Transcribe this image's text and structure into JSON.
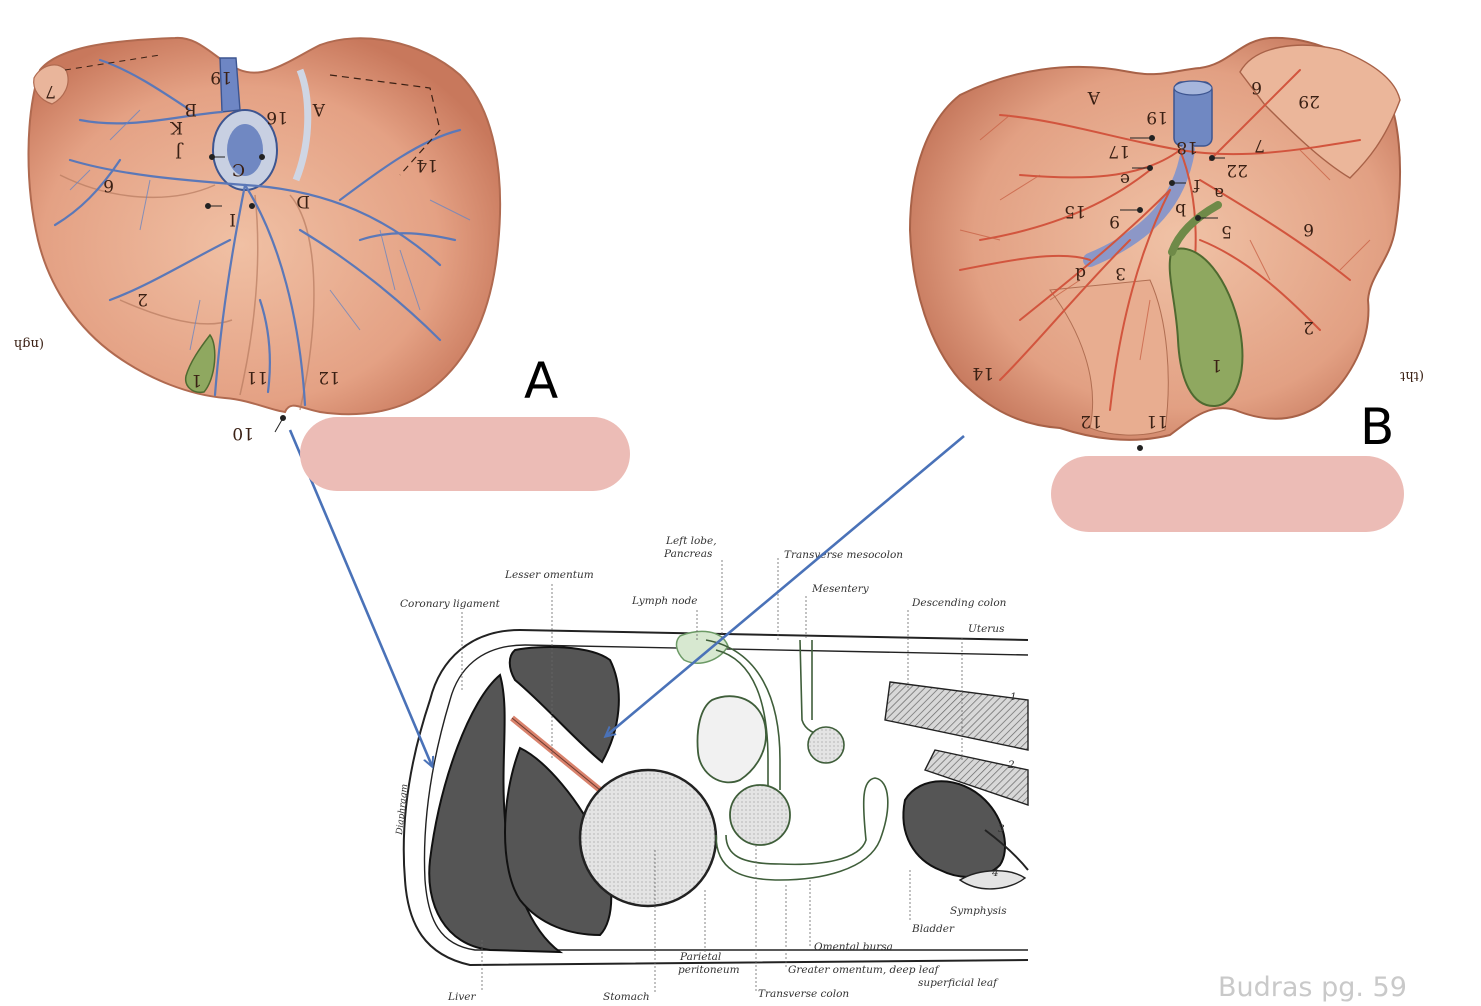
{
  "liver_left": {
    "labels": [
      "7",
      "19",
      "B",
      "16",
      "A",
      "K",
      "J",
      "C",
      "6",
      "14",
      "D",
      "I",
      "2",
      "1",
      "11",
      "12",
      "10"
    ]
  },
  "liver_right": {
    "labels": [
      "A",
      "19",
      "6",
      "29",
      "17",
      "18",
      "7",
      "22",
      "e",
      "a",
      "f",
      "15",
      "9",
      "b",
      "5",
      "6",
      "d",
      "3",
      "2",
      "14",
      "1",
      "12",
      "11"
    ]
  },
  "margin_left": "(ngh",
  "margin_right": "(tht",
  "letter_a": "A",
  "letter_b": "B",
  "section_labels": {
    "left_lobe": "Left lobe,",
    "pancreas": "Pancreas",
    "transverse_mesocolon": "Transverse mesocolon",
    "lesser_omentum": "Lesser omentum",
    "coronary_ligament": "Coronary ligament",
    "lymph_node": "Lymph node",
    "mesentery": "Mesentery",
    "descending_colon": "Descending colon",
    "uterus": "Uterus",
    "diaphragm": "Diaphragm",
    "liver": "Liver",
    "stomach": "Stomach",
    "parietal_peritoneum_1": "Parietal",
    "parietal_peritoneum_2": "peritoneum",
    "transverse_colon": "Transverse colon",
    "greater_omentum": "Greater omentum, deep leaf",
    "superficial_leaf": "superficial leaf",
    "omental_bursa": "Omental bursa",
    "bladder": "Bladder",
    "symphysis": "Symphysis",
    "num_1": "1",
    "num_2": "2",
    "num_3": "3",
    "num_4": "4"
  },
  "credit": "Budras pg. 59",
  "colors": {
    "answer_box": "#ecbcb6",
    "arrow": "#4a72b8",
    "liver": "#e5a486",
    "vein": "#5b78b8",
    "artery": "#d2553e",
    "gallbladder": "#8fa860",
    "organ_dark": "#555555",
    "peritoneum": "#6c9a66"
  }
}
